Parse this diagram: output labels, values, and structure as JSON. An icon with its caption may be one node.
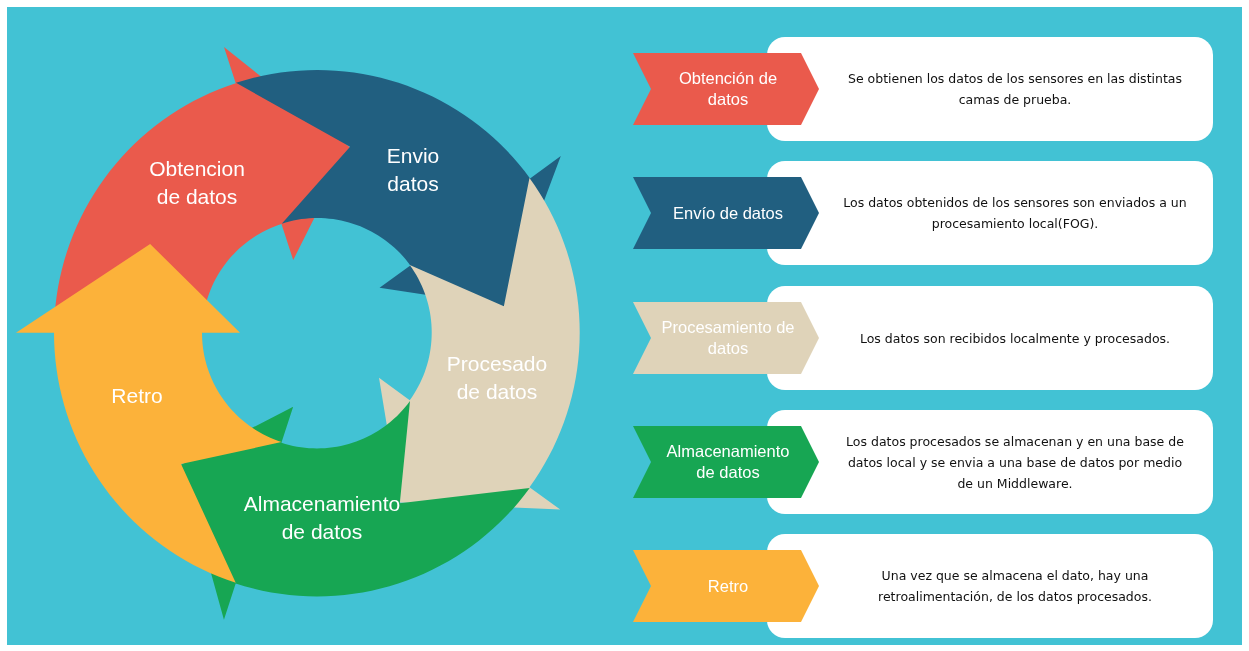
{
  "diagram": {
    "nodes": [
      {
        "text": [
          "Obtencion de datos"
        ]
      },
      {
        "text": [
          "Envio datos"
        ]
      },
      {
        "text": [
          "Procesado de datos"
        ]
      },
      {
        "text": [
          "Almacenamiento de datos"
        ]
      },
      {
        "text": [
          "Retro"
        ]
      },
      {
        "text": [
          "Obtención de datos"
        ]
      },
      {
        "text": [
          "Se obtienen los datos de los sensores en las distintas camas de prueba."
        ]
      },
      {
        "text": [
          "Envío de datos"
        ]
      },
      {
        "text": [
          "Los datos obtenidos de los sensores son enviados a un procesamiento local(FOG)."
        ]
      },
      {
        "text": [
          "Procesamiento de datos"
        ]
      },
      {
        "text": [
          "Los datos son recibidos localmente y procesados."
        ]
      },
      {
        "text": [
          "Almacenamiento de datos"
        ]
      },
      {
        "text": [
          "Los datos procesados se almacenan y en una base de datos local y se envia a una base de datos por medio de un Middleware."
        ]
      },
      {
        "text": [
          "Retro"
        ]
      },
      {
        "text": [
          "Una vez que se almacena el dato, hay una retroalimentación, de los datos procesados."
        ]
      }
    ]
  }
}
